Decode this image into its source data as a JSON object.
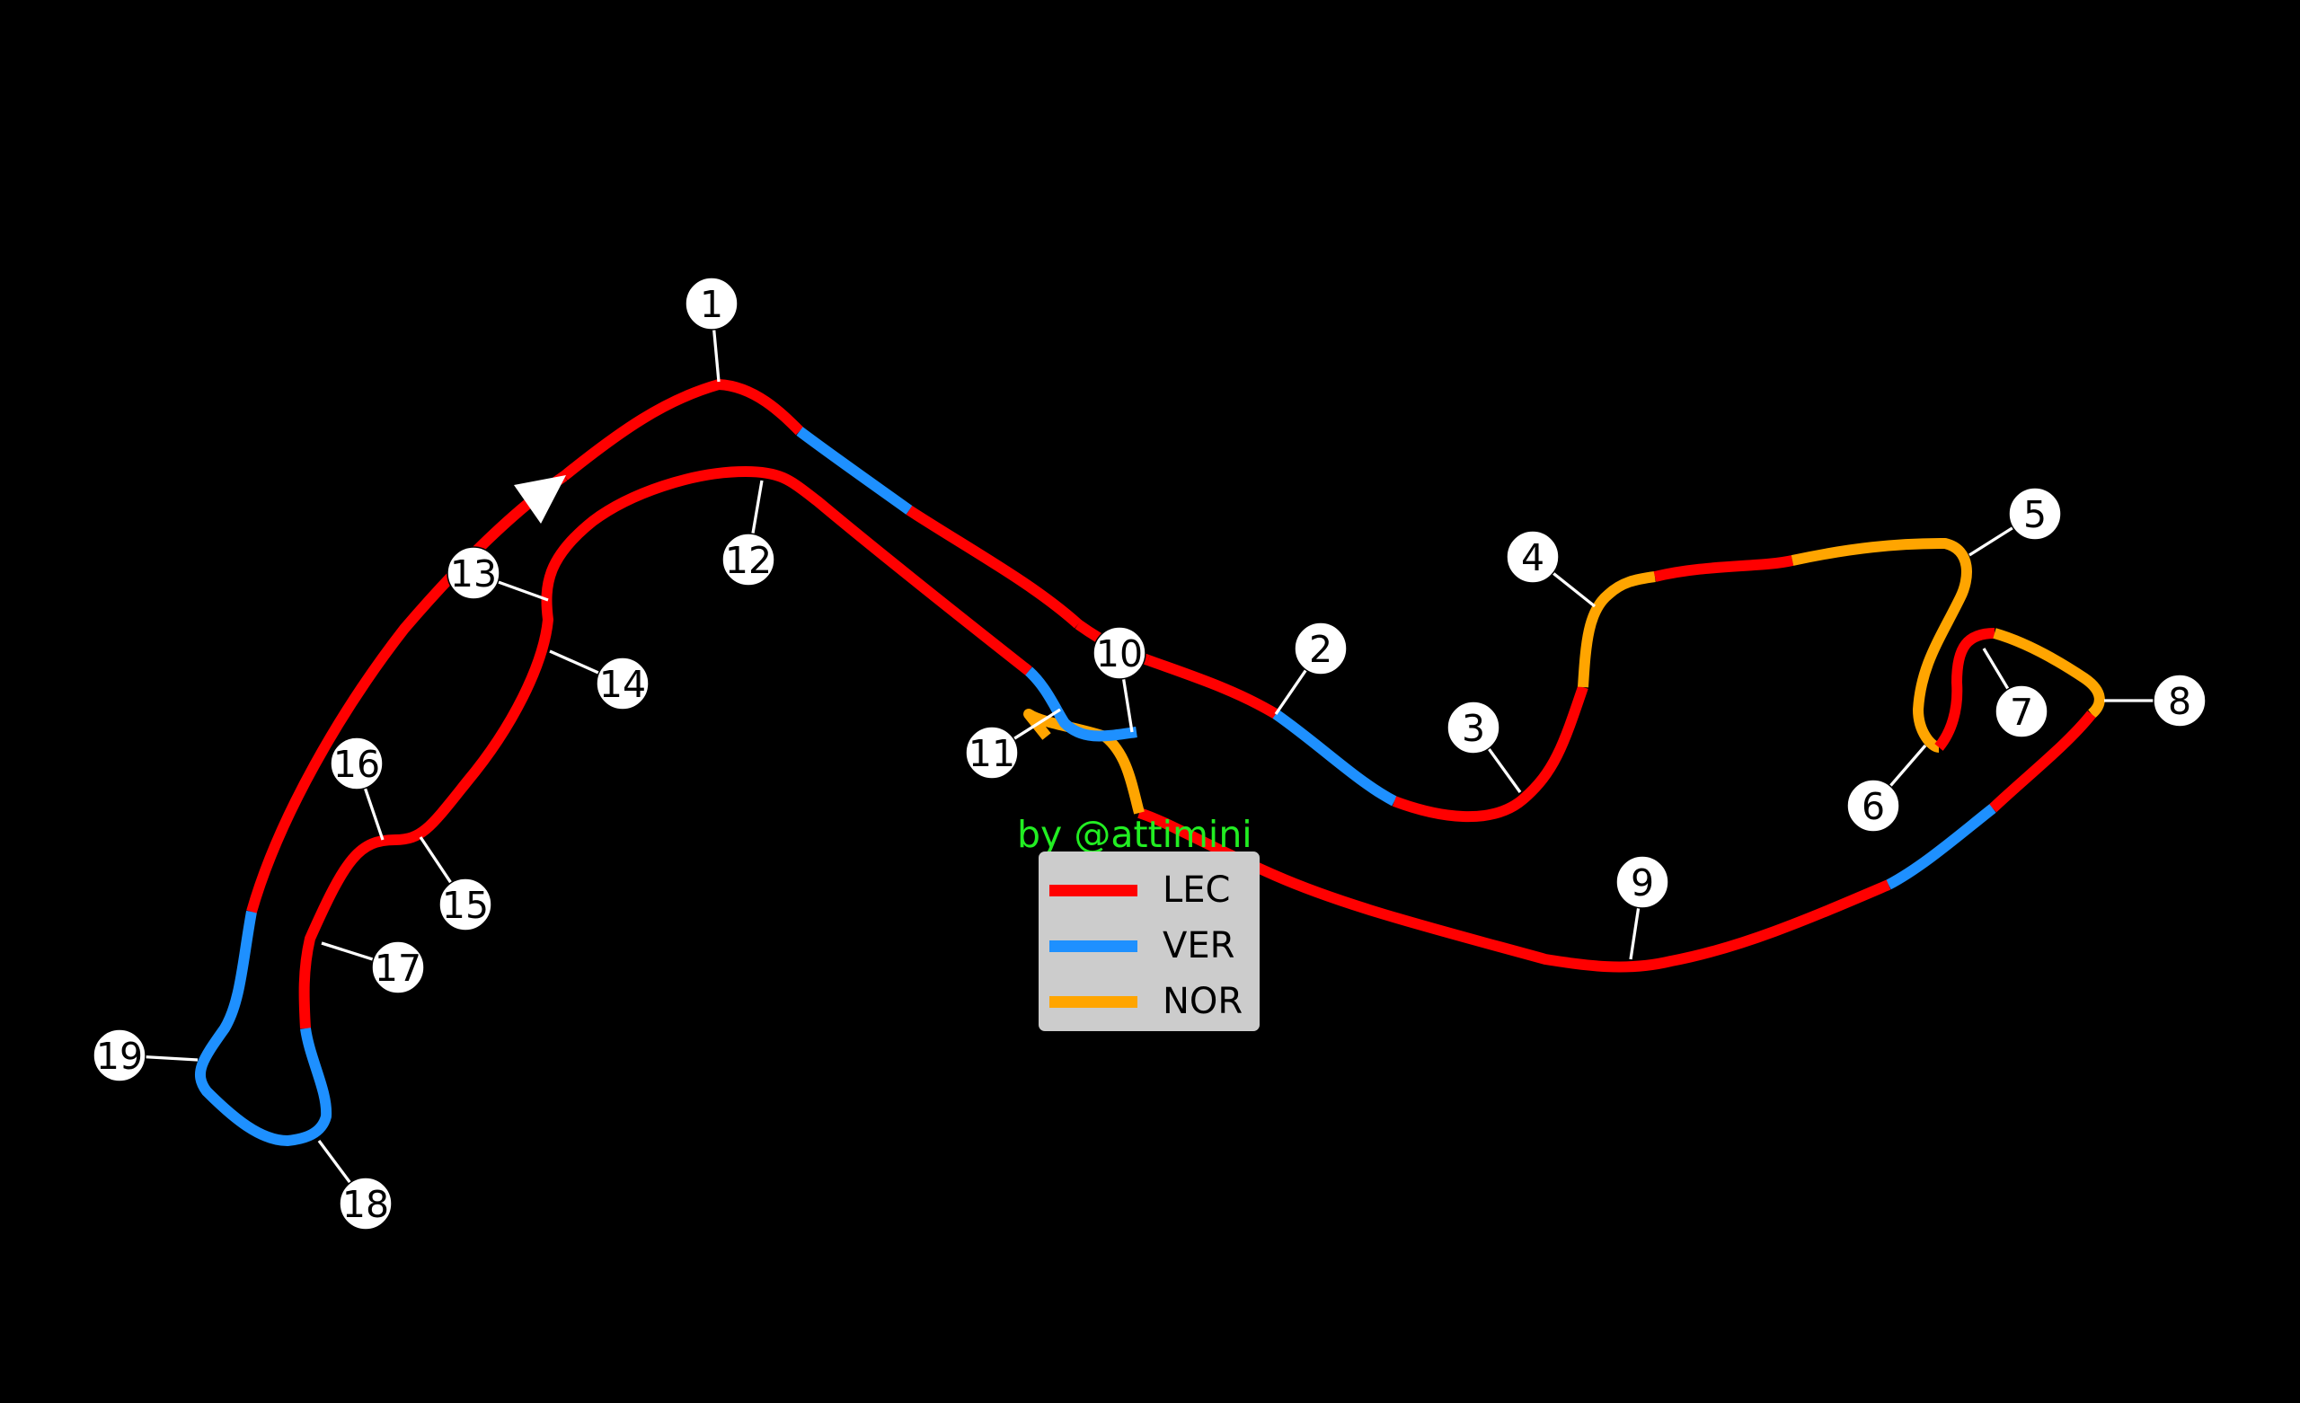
{
  "colors": {
    "background": "#000000",
    "LEC": "#ff0000",
    "VER": "#1e90ff",
    "NOR": "#ffa500",
    "credit": "#22ee22",
    "legend_bg": "#cccccc"
  },
  "credit": "by @attimini",
  "legend": [
    {
      "driver": "LEC",
      "color": "#ff0000"
    },
    {
      "driver": "VER",
      "color": "#1e90ff"
    },
    {
      "driver": "NOR",
      "color": "#ffa500"
    }
  ],
  "corners": [
    "1",
    "2",
    "3",
    "4",
    "5",
    "6",
    "7",
    "8",
    "9",
    "10",
    "11",
    "12",
    "13",
    "14",
    "15",
    "16",
    "17",
    "18",
    "19"
  ],
  "direction_marker": "arrow-icon"
}
